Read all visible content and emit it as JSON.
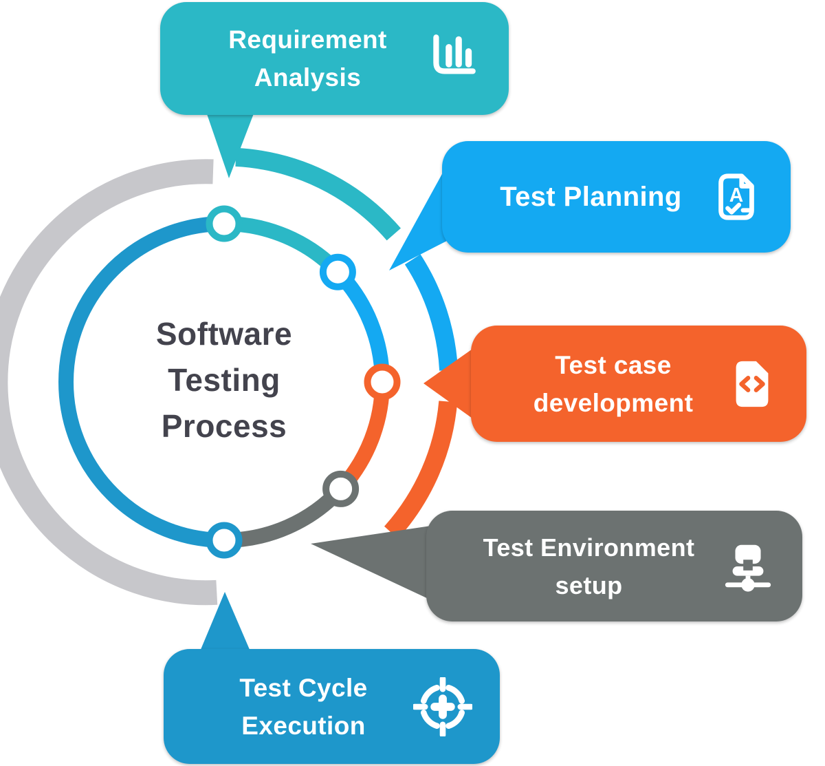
{
  "center": {
    "lines": [
      "Software",
      "Testing",
      "Process"
    ]
  },
  "colors": {
    "teal": "#2BB8C6",
    "blue": "#14A9F2",
    "orange": "#F4632C",
    "gray": "#6C7271",
    "dark_blue": "#1E97CB",
    "light_gray_arc": "#C7C7CB",
    "title_text": "#43434D",
    "bubble_text": "#FFFFFF"
  },
  "steps": [
    {
      "label_line1": "Requirement",
      "label_line2": "Analysis",
      "icon": "bar-chart-icon"
    },
    {
      "label_line1": "Test Planning",
      "icon": "document-a-icon",
      "icon_letter": "A"
    },
    {
      "label_line1": "Test case",
      "label_line2": "development",
      "icon": "document-code-icon"
    },
    {
      "label_line1": "Test Environment",
      "label_line2": "setup",
      "icon": "network-icon"
    },
    {
      "label_line1": "Test Cycle",
      "label_line2": "Execution",
      "icon": "target-icon"
    }
  ]
}
